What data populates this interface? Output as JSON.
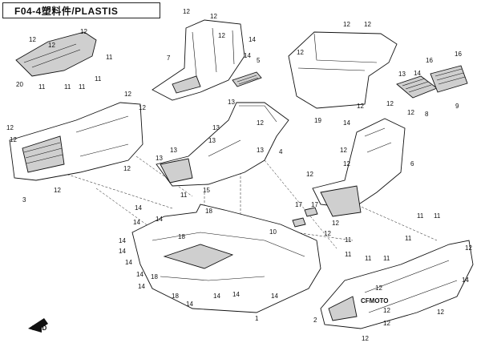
{
  "title": "F04-4塑料件/PLASTIS",
  "brand_text": "CFMOTO",
  "fwd_text": "FWD",
  "callouts": [
    {
      "id": "c01",
      "text": "12"
    },
    {
      "id": "c02",
      "text": "12"
    },
    {
      "id": "c03",
      "text": "12"
    },
    {
      "id": "c04",
      "text": "20"
    },
    {
      "id": "c05",
      "text": "11"
    },
    {
      "id": "c06",
      "text": "11"
    },
    {
      "id": "c07",
      "text": "11"
    },
    {
      "id": "c08",
      "text": "11"
    },
    {
      "id": "c09",
      "text": "11"
    },
    {
      "id": "c10",
      "text": "12"
    },
    {
      "id": "c11",
      "text": "12"
    },
    {
      "id": "c12",
      "text": "12"
    },
    {
      "id": "c13",
      "text": "12"
    },
    {
      "id": "c14",
      "text": "3"
    },
    {
      "id": "c15",
      "text": "12"
    },
    {
      "id": "c16",
      "text": "12"
    },
    {
      "id": "c17",
      "text": "12"
    },
    {
      "id": "c18",
      "text": "12"
    },
    {
      "id": "c19",
      "text": "12"
    },
    {
      "id": "c20",
      "text": "7"
    },
    {
      "id": "c21",
      "text": "14"
    },
    {
      "id": "c22",
      "text": "14"
    },
    {
      "id": "c23",
      "text": "5"
    },
    {
      "id": "c24",
      "text": "12"
    },
    {
      "id": "c25",
      "text": "12"
    },
    {
      "id": "c26",
      "text": "12"
    },
    {
      "id": "c27",
      "text": "19"
    },
    {
      "id": "c28",
      "text": "13"
    },
    {
      "id": "c29",
      "text": "14"
    },
    {
      "id": "c30",
      "text": "16"
    },
    {
      "id": "c31",
      "text": "16"
    },
    {
      "id": "c32",
      "text": "8"
    },
    {
      "id": "c33",
      "text": "9"
    },
    {
      "id": "c34",
      "text": "13"
    },
    {
      "id": "c35",
      "text": "12"
    },
    {
      "id": "c36",
      "text": "13"
    },
    {
      "id": "c37",
      "text": "13"
    },
    {
      "id": "c38",
      "text": "13"
    },
    {
      "id": "c39",
      "text": "13"
    },
    {
      "id": "c40",
      "text": "4"
    },
    {
      "id": "c41",
      "text": "13"
    },
    {
      "id": "c42",
      "text": "12"
    },
    {
      "id": "c43",
      "text": "12"
    },
    {
      "id": "c44",
      "text": "14"
    },
    {
      "id": "c45",
      "text": "12"
    },
    {
      "id": "c46",
      "text": "12"
    },
    {
      "id": "c47",
      "text": "12"
    },
    {
      "id": "c48",
      "text": "6"
    },
    {
      "id": "c49",
      "text": "12"
    },
    {
      "id": "c50",
      "text": "11"
    },
    {
      "id": "c51",
      "text": "15"
    },
    {
      "id": "c52",
      "text": "14"
    },
    {
      "id": "c53",
      "text": "18"
    },
    {
      "id": "c54",
      "text": "14"
    },
    {
      "id": "c55",
      "text": "14"
    },
    {
      "id": "c56",
      "text": "18"
    },
    {
      "id": "c57",
      "text": "10"
    },
    {
      "id": "c58",
      "text": "17"
    },
    {
      "id": "c59",
      "text": "17"
    },
    {
      "id": "c60",
      "text": "12"
    },
    {
      "id": "c61",
      "text": "12"
    },
    {
      "id": "c62",
      "text": "14"
    },
    {
      "id": "c63",
      "text": "14"
    },
    {
      "id": "c64",
      "text": "14"
    },
    {
      "id": "c65",
      "text": "14"
    },
    {
      "id": "c66",
      "text": "14"
    },
    {
      "id": "c67",
      "text": "18"
    },
    {
      "id": "c68",
      "text": "18"
    },
    {
      "id": "c69",
      "text": "14"
    },
    {
      "id": "c70",
      "text": "14"
    },
    {
      "id": "c71",
      "text": "14"
    },
    {
      "id": "c72",
      "text": "14"
    },
    {
      "id": "c73",
      "text": "1"
    },
    {
      "id": "c74",
      "text": "11"
    },
    {
      "id": "c75",
      "text": "11"
    },
    {
      "id": "c76",
      "text": "11"
    },
    {
      "id": "c77",
      "text": "11"
    },
    {
      "id": "c78",
      "text": "11"
    },
    {
      "id": "c79",
      "text": "12"
    },
    {
      "id": "c80",
      "text": "12"
    },
    {
      "id": "c81",
      "text": "12"
    },
    {
      "id": "c82",
      "text": "12"
    },
    {
      "id": "c83",
      "text": "2"
    },
    {
      "id": "c84",
      "text": "12"
    },
    {
      "id": "c85",
      "text": "14"
    },
    {
      "id": "c86",
      "text": "12"
    },
    {
      "id": "c87",
      "text": "11"
    },
    {
      "id": "c88",
      "text": "11"
    }
  ]
}
